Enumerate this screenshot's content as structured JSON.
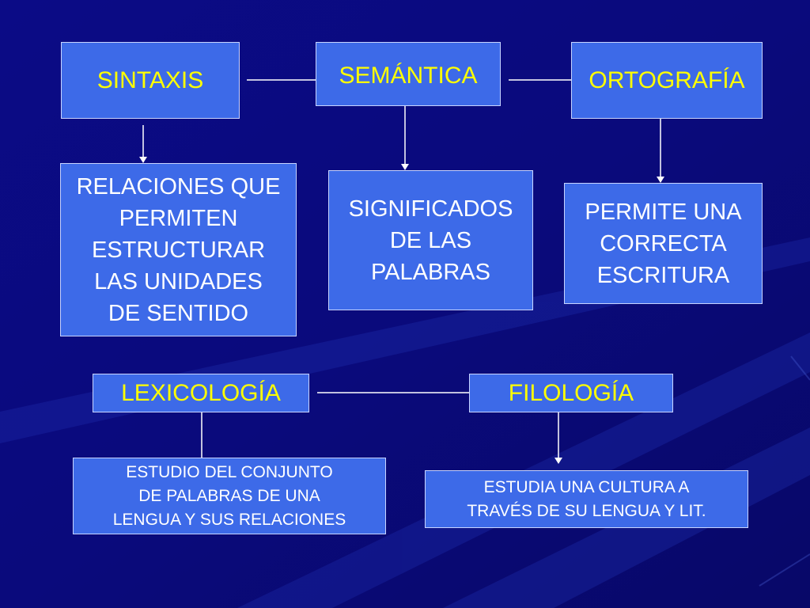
{
  "colors": {
    "background": "#0a0a7e",
    "box_fill": "#3d6ae8",
    "box_border": "#c8d4ff",
    "title_text": "#ffff00",
    "body_text": "#ffffff",
    "line": "#ffffff"
  },
  "nodes": {
    "sintaxis": "SINTAXIS",
    "semantica": "SEMÁNTICA",
    "ortografia": "ORTOGRAFÍA",
    "sintaxis_desc": "RELACIONES QUE\nPERMITEN\nESTRUCTURAR\nLAS UNIDADES\nDE SENTIDO",
    "semantica_desc": "SIGNIFICADOS\nDE LAS\nPALABRAS",
    "ortografia_desc": "PERMITE UNA\nCORRECTA\nESCRITURA",
    "lexicologia": "LEXICOLOGÍA",
    "filologia": "FILOLOGÍA",
    "lexicologia_desc": "ESTUDIO DEL CONJUNTO\nDE PALABRAS DE UNA\nLENGUA Y SUS RELACIONES",
    "filologia_desc": "ESTUDIA UNA CULTURA A\nTRAVÉS DE SU LENGUA Y LIT."
  },
  "edges": [
    {
      "from": "sintaxis",
      "to": "semantica",
      "type": "line"
    },
    {
      "from": "semantica",
      "to": "ortografia",
      "type": "line"
    },
    {
      "from": "lexicologia",
      "to": "filologia",
      "type": "line"
    },
    {
      "from": "sintaxis",
      "to": "sintaxis_desc",
      "type": "arrow"
    },
    {
      "from": "semantica",
      "to": "semantica_desc",
      "type": "arrow"
    },
    {
      "from": "ortografia",
      "to": "ortografia_desc",
      "type": "arrow"
    },
    {
      "from": "lexicologia",
      "to": "lexicologia_desc",
      "type": "line"
    },
    {
      "from": "filologia",
      "to": "filologia_desc",
      "type": "arrow"
    }
  ]
}
